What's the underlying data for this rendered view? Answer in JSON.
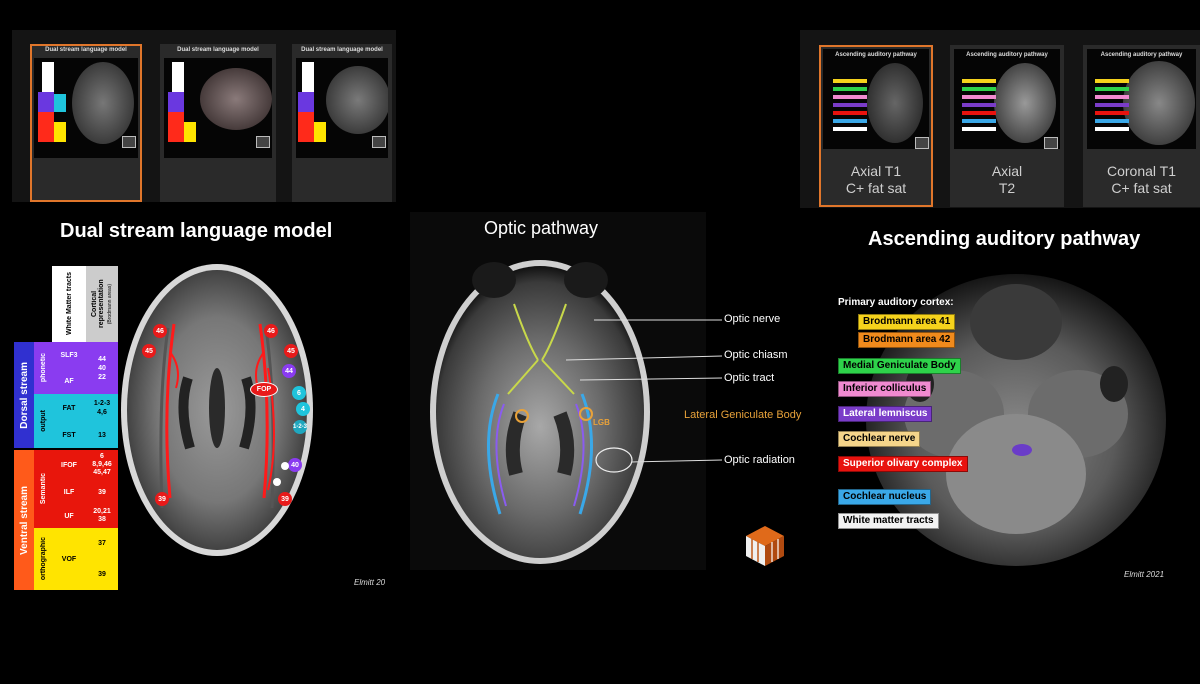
{
  "top_left_bar": {
    "thumbnails": [
      {
        "title": "Dual stream language model",
        "selected": true
      },
      {
        "title": "Dual stream language model",
        "selected": false
      },
      {
        "title": "Dual stream language model",
        "selected": false
      }
    ]
  },
  "top_right_bar": {
    "thumbnails": [
      {
        "title": "Ascending auditory pathway",
        "caption_line1": "Axial T1",
        "caption_line2": "C+ fat sat",
        "selected": true
      },
      {
        "title": "Ascending auditory pathway",
        "caption_line1": "Axial",
        "caption_line2": "T2",
        "selected": false
      },
      {
        "title": "Ascending auditory pathway",
        "caption_line1": "Coronal T1",
        "caption_line2": "C+ fat sat",
        "selected": false
      }
    ]
  },
  "dual_stream": {
    "title": "Dual stream language model",
    "header_col1": "White Matter tracts",
    "header_col2": "Cortical representation",
    "header_col2_sub": "(Brodmann areas)",
    "dorsal_label": "Dorsal stream",
    "ventral_label": "Ventral stream",
    "phonetic_label": "phonetic",
    "output_label": "output",
    "semantic_label": "Semantic",
    "orthographic_label": "orthographic",
    "rows": {
      "slf3": "SLF3",
      "slf3_ba": "44\n40\n22",
      "af": "AF",
      "fat": "FAT",
      "fat_ba": "1-2-3\n4,6",
      "fst": "FST",
      "fst_ba": "13",
      "ifof": "IFOF",
      "ifof_ba": "6\n8,9,46\n45,47",
      "ilf": "ILF",
      "ilf_ba": "39",
      "uf": "UF",
      "uf_ba": "20,21\n38",
      "vof": "VOF",
      "vof_ba1": "37",
      "vof_ba2": "39"
    },
    "markers": {
      "m46l": "46",
      "m45l": "45",
      "m39l": "39",
      "m46r": "46",
      "m45r": "45",
      "m44": "44",
      "m6": "6",
      "m4": "4",
      "m123": "1-2-3",
      "m40": "40",
      "m39r": "39",
      "fop": "FOP"
    },
    "signature": "Elmitt 20",
    "colors": {
      "dorsal": "#3030d0",
      "phonetic": "#8a3cf0",
      "output": "#1fc4dc",
      "ventral": "#ff2a1a",
      "semantic": "#e8160c",
      "orthographic": "#ffe400"
    }
  },
  "optic": {
    "title": "Optic pathway",
    "labels": {
      "nerve": "Optic nerve",
      "chiasm": "Optic chiasm",
      "tract": "Optic tract",
      "lgb": "Lateral Geniculate Body",
      "radiation": "Optic radiation",
      "lgb_short": "LGB"
    },
    "lgb_color": "#e8a23a"
  },
  "auditory": {
    "title": "Ascending auditory pathway",
    "heading": "Primary auditory cortex:",
    "items": [
      {
        "text": "Brodmann area 41",
        "color": "#f5d21c",
        "fg": "#000"
      },
      {
        "text": "Brodmann area 42",
        "color": "#f08a1c",
        "fg": "#000"
      },
      {
        "text": "Medial Geniculate Body",
        "color": "#2ed24a",
        "fg": "#000"
      },
      {
        "text": "Inferior colliculus",
        "color": "#f08ad0",
        "fg": "#000"
      },
      {
        "text": "Lateral lemniscus",
        "color": "#7a3cc8",
        "fg": "#fff"
      },
      {
        "text": "Cochlear nerve",
        "color": "#f5d58a",
        "fg": "#000"
      },
      {
        "text": "Superior olivary complex",
        "color": "#e8120e",
        "fg": "#fff"
      },
      {
        "text": "Cochlear nucleus",
        "color": "#3aa8e8",
        "fg": "#000"
      },
      {
        "text": "White matter tracts",
        "color": "#f2f2f2",
        "fg": "#000"
      }
    ],
    "signature": "Elmitt 2021"
  }
}
